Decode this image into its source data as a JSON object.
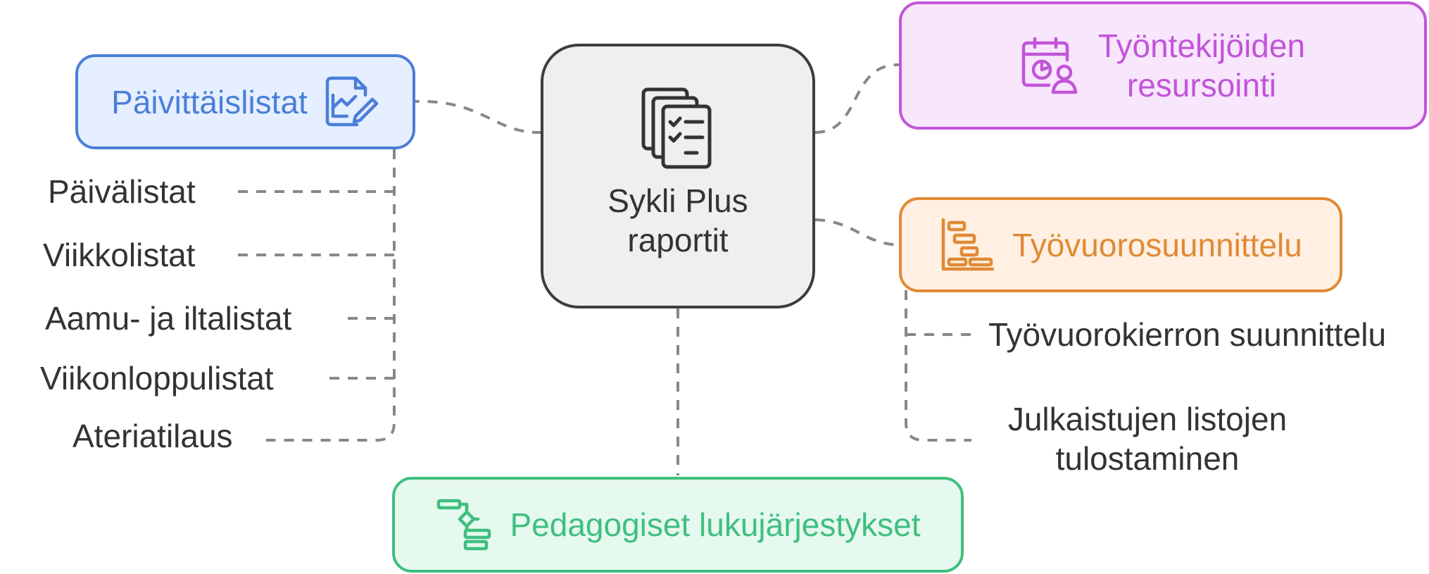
{
  "center": {
    "title_line1": "Sykli Plus",
    "title_line2": "raportit",
    "icon": "checklist-documents-icon"
  },
  "branches": {
    "daily": {
      "title": "Päivittäislistat",
      "icon": "chart-edit-icon",
      "color": "#4a7fd8",
      "fill": "#e6efff",
      "items": [
        "Päivälistat",
        "Viikkolistat",
        "Aamu- ja iltalistat",
        "Viikonloppulistat",
        "Ateriatilaus"
      ]
    },
    "staff": {
      "title_line1": "Työntekijöiden",
      "title_line2": "resursointi",
      "icon": "calendar-user-icon",
      "color": "#c155d8",
      "fill": "#f8e6fd"
    },
    "shifts": {
      "title": "Työvuorosuunnittelu",
      "icon": "gantt-chart-icon",
      "color": "#e08a35",
      "fill": "#fff0e3",
      "items": [
        "Työvuorokierron suunnittelu",
        "Julkaistujen listojen",
        "tulostaminen"
      ]
    },
    "pedagogy": {
      "title": "Pedagogiset lukujärjestykset",
      "icon": "flowchart-icon",
      "color": "#3fbf7f",
      "fill": "#e6f9ef"
    }
  },
  "colors": {
    "connector": "#888888",
    "center_border": "#3d3d3d",
    "center_fill": "#efefef",
    "text": "#333333"
  }
}
